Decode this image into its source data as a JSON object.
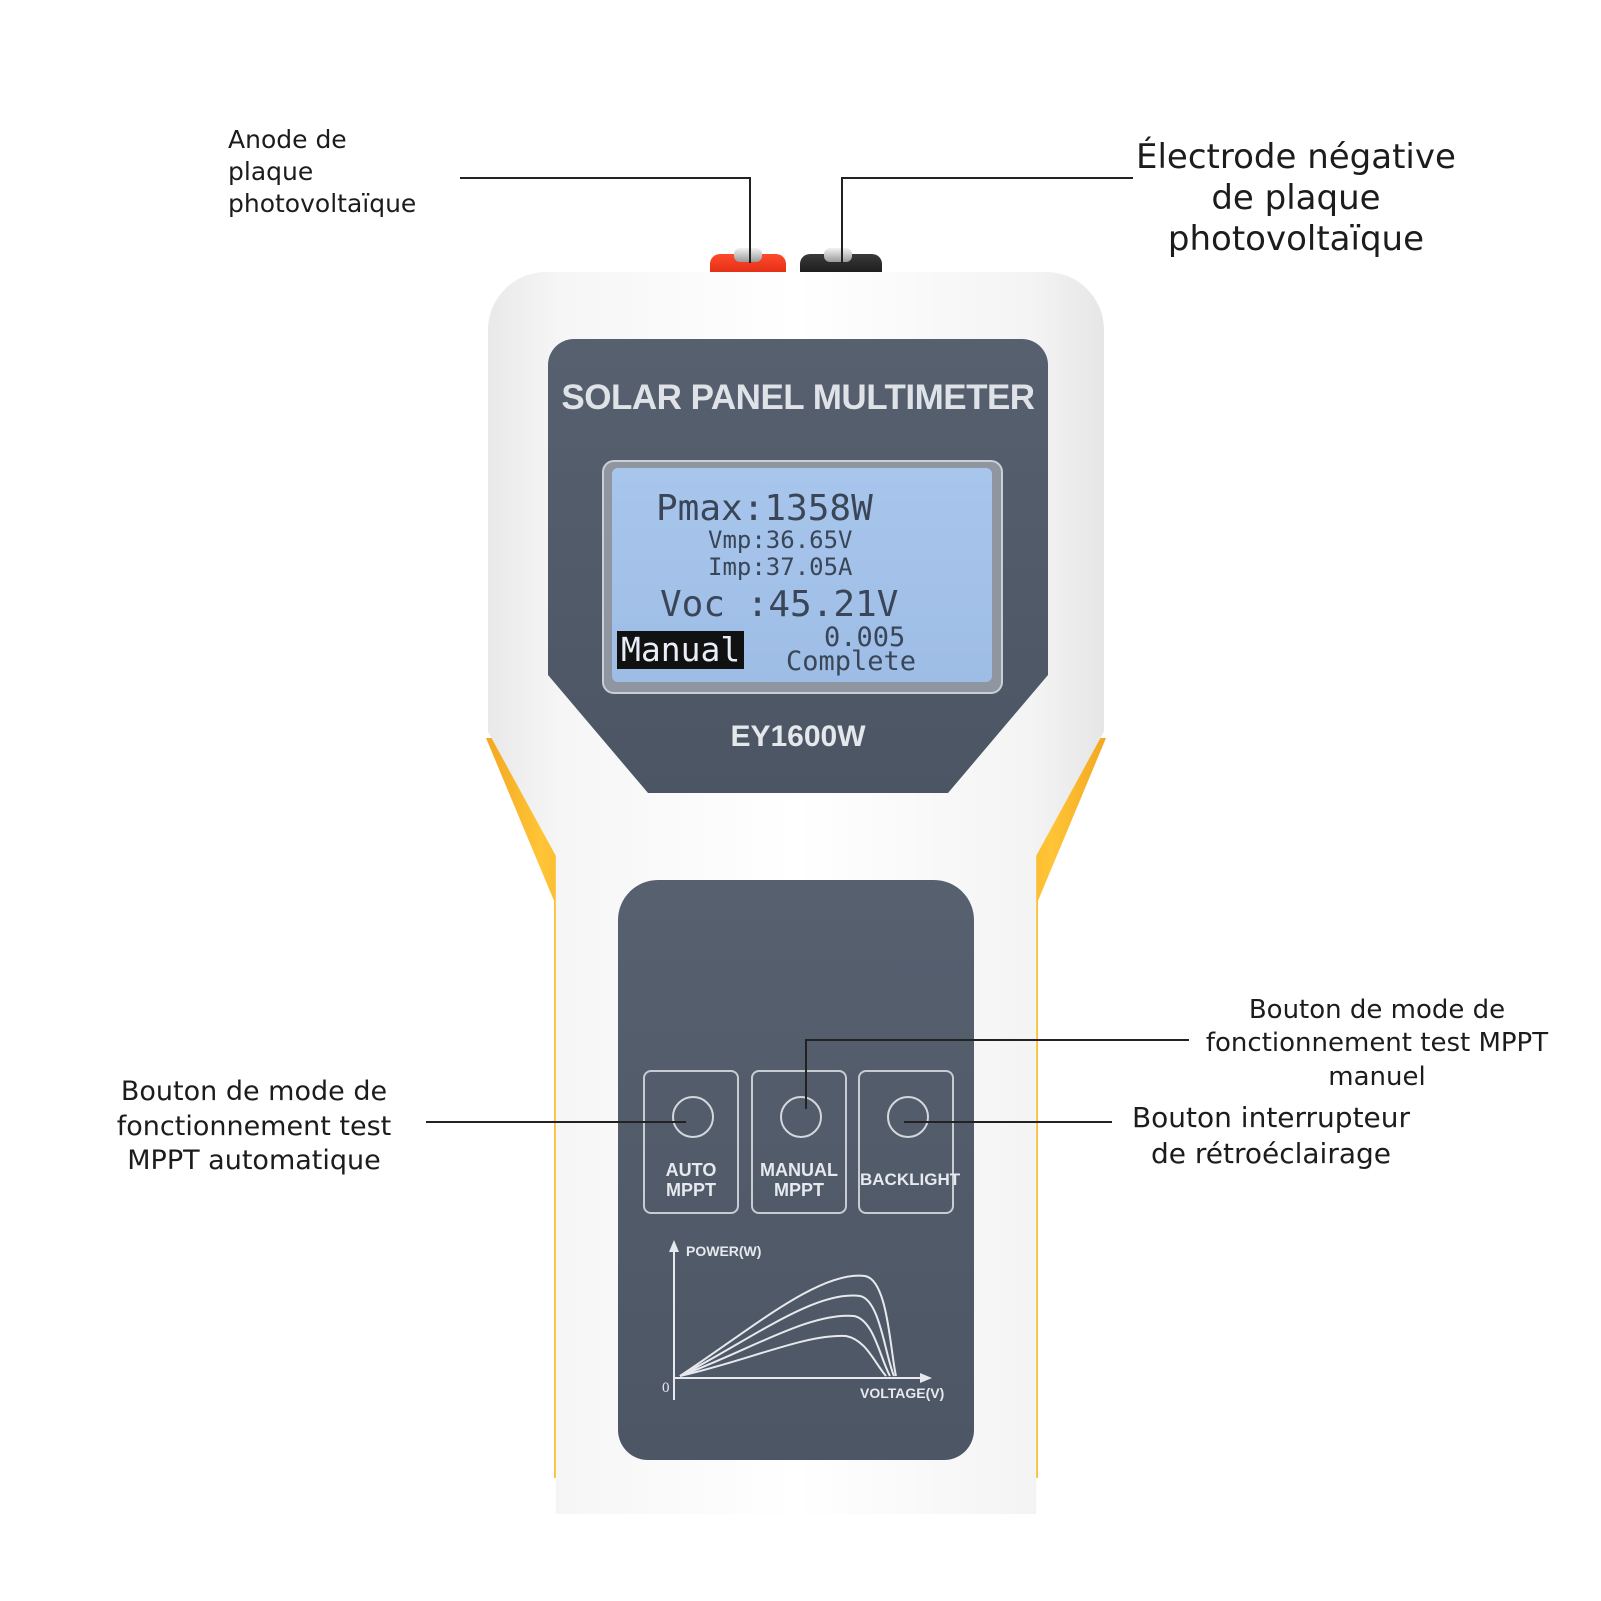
{
  "callouts": {
    "anode": [
      "Anode de",
      "plaque",
      "photovoltaïque"
    ],
    "negative": [
      "Électrode négative",
      "de plaque",
      "photovoltaïque"
    ],
    "auto_mppt": [
      "Bouton de mode de",
      "fonctionnement test",
      "MPPT automatique"
    ],
    "manual_mppt": [
      "Bouton de mode de",
      "fonctionnement test MPPT",
      "manuel"
    ],
    "backlight": [
      "Bouton interrupteur",
      "de rétroéclairage"
    ]
  },
  "device": {
    "title": "SOLAR PANEL MULTIMETER",
    "model": "EY1600W",
    "colors": {
      "panel": "#4f5866",
      "grip": "#fbb92c",
      "lcd": "#a3c2ea",
      "terminal_pos": "#e8361a",
      "terminal_neg": "#1a1a1a"
    }
  },
  "lcd": {
    "pmax": "Pmax:1358W",
    "vmp": "Vmp:36.65V",
    "imp": "Imp:37.05A",
    "voc": "Voc :45.21V",
    "value": "0.005",
    "mode": "Manual",
    "status": "Complete"
  },
  "buttons": {
    "auto": [
      "AUTO",
      "MPPT"
    ],
    "manual": [
      "MANUAL",
      "MPPT"
    ],
    "backlight": "BACKLIGHT"
  },
  "graph": {
    "y_label": "POWER(W)",
    "x_label": "VOLTAGE(V)",
    "origin": "0"
  }
}
